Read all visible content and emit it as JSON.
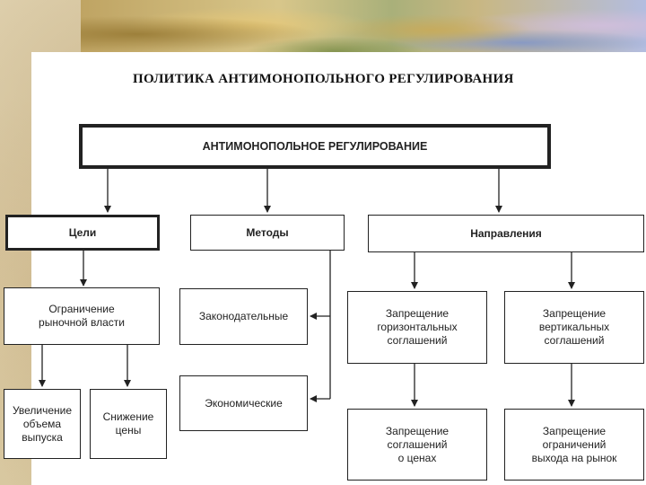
{
  "title": "ПОЛИТИКА АНТИМОНОПОЛЬНОГО РЕГУЛИРОВАНИЯ",
  "nodes": {
    "root": "АНТИМОНОПОЛЬНОЕ РЕГУЛИРОВАНИЕ",
    "goals": "Цели",
    "methods": "Методы",
    "directions": "Направления",
    "limit_power": "Ограничение\nрыночной власти",
    "increase_output": "Увеличение\nобъема\nвыпуска",
    "reduce_price": "Снижение\nцены",
    "legislative": "Законодательные",
    "economic": "Экономические",
    "ban_horizontal": "Запрещение\nгоризонтальных\nсоглашений",
    "ban_vertical": "Запрещение\nвертикальных\nсоглашений",
    "ban_price": "Запрещение\nсоглашений\nо ценах",
    "ban_entry": "Запрещение\nограничений\nвыхода на рынок"
  }
}
